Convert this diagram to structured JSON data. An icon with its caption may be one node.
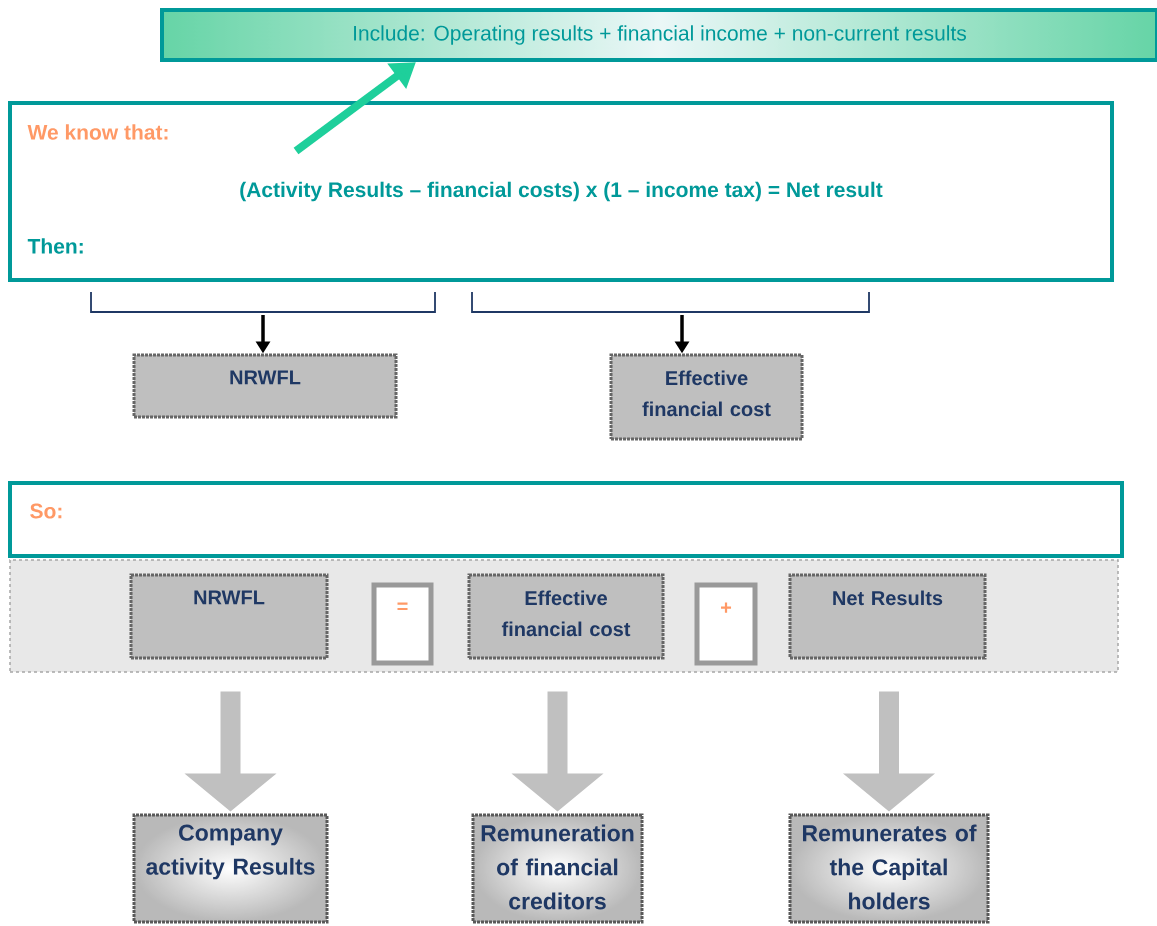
{
  "diagram": {
    "nodes": [
      {
        "text": [
          "Include: Operating results + financial income + non-current results"
        ]
      },
      {
        "text": [
          "We know that:",
          "(Activity Results – financial costs) x (1 – income tax) = Net result",
          "Then:"
        ]
      },
      {
        "text": [
          "NRWFL"
        ]
      },
      {
        "text": [
          "Effective financial cost"
        ]
      },
      {
        "text": [
          "So:"
        ]
      },
      {
        "text": [],
        "shape": "box"
      },
      {
        "text": [
          "NRWFL"
        ],
        "in": 5
      },
      {
        "text": [
          "="
        ],
        "in": 5
      },
      {
        "text": [
          "Effective financial cost"
        ],
        "in": 5
      },
      {
        "text": [
          "+"
        ],
        "in": 5
      },
      {
        "text": [
          "Net Results"
        ],
        "in": 5
      },
      {
        "text": [
          "Company activity Results"
        ]
      },
      {
        "text": [
          "Remuneration of financial creditors"
        ]
      },
      {
        "text": [
          "Remunerates of the Capital holders"
        ]
      }
    ],
    "edges": [
      {
        "from": 1,
        "to": 0,
        "arrow": "to",
        "color": "#1ecf9b"
      },
      {
        "from": 1,
        "to": 2,
        "arrow": "to",
        "color": "#000000"
      },
      {
        "from": 1,
        "to": 3,
        "arrow": "to",
        "color": "#000000"
      },
      {
        "from": 6,
        "to": 11,
        "arrow": "to",
        "style": "thick",
        "color": "#c0c0c0"
      },
      {
        "from": 8,
        "to": 12,
        "arrow": "to",
        "style": "thick",
        "color": "#c0c0c0"
      },
      {
        "from": 10,
        "to": 13,
        "arrow": "to",
        "style": "thick",
        "color": "#c0c0c0"
      }
    ]
  }
}
